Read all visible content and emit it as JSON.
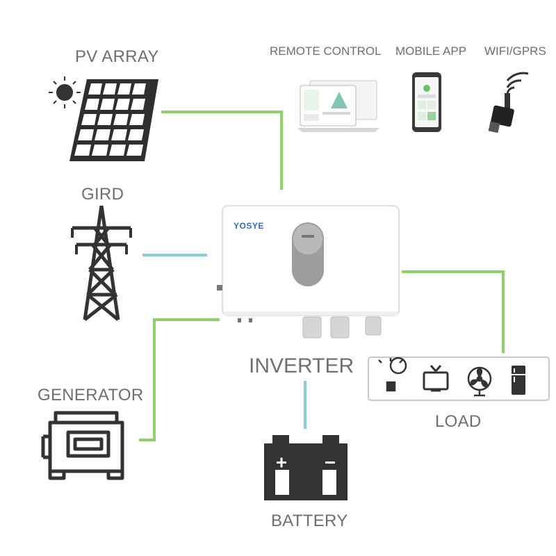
{
  "labels": {
    "pv_array": "PV ARRAY",
    "remote_control": "REMOTE CONTROL",
    "mobile_app": "MOBILE APP",
    "wifi_gprs": "WIFI/GPRS",
    "grid": "GIRD",
    "generator": "GENERATOR",
    "inverter": "INVERTER",
    "load": "LOAD",
    "battery": "BATTERY"
  },
  "brand": "YOSYE",
  "colors": {
    "ac_line": "#8fd16a",
    "dc_line": "#8ec9dc",
    "icon": "#333333",
    "label": "#6e6e6e"
  },
  "icons": {
    "pv": "solar-panel-icon",
    "sun": "sun-icon",
    "grid": "transmission-tower-icon",
    "generator": "generator-icon",
    "battery": "battery-icon",
    "load": [
      "light-bulb-icon",
      "tv-icon",
      "fan-icon",
      "fridge-icon"
    ]
  }
}
